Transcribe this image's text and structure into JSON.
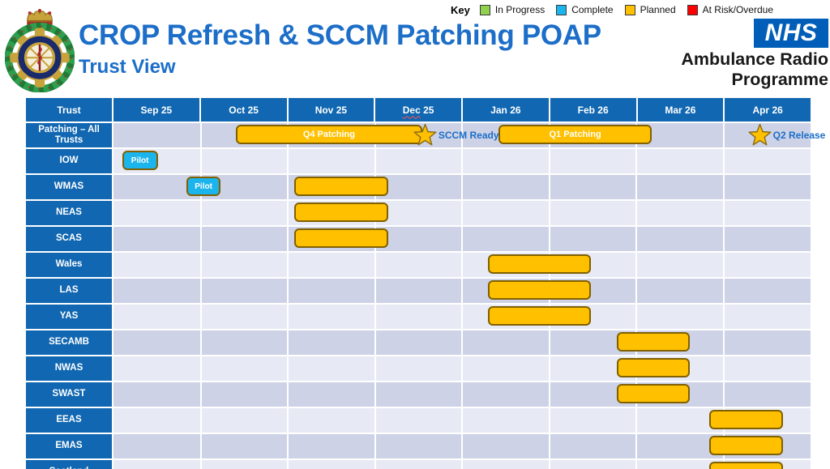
{
  "legend": {
    "title": "Key",
    "items": [
      {
        "label": "In Progress",
        "status": "in_progress",
        "color": "#92D050"
      },
      {
        "label": "Complete",
        "status": "complete",
        "color": "#1CB4EC"
      },
      {
        "label": "Planned",
        "status": "planned",
        "color": "#FFC000"
      },
      {
        "label": "At Risk/Overdue",
        "status": "at_risk",
        "color": "#FF0000"
      }
    ]
  },
  "header": {
    "title": "CROP Refresh & SCCM Patching POAP",
    "subtitle": "Trust View",
    "crest_icon": "nhs-ambulance-service-crest",
    "nhs_logo_text": "NHS",
    "programme_line1": "Ambulance Radio",
    "programme_line2": "Programme"
  },
  "table": {
    "corner_header": "Trust"
  },
  "chart_data": {
    "type": "bar",
    "subtype": "gantt",
    "title": "CROP Refresh & SCCM Patching POAP",
    "subtitle": "Trust View",
    "units_note": "start/end/at are months measured from left edge of Sep 25 column (0) to right edge of Apr 26 column (8)",
    "x_axis": [
      {
        "label": "Sep 25"
      },
      {
        "label": "Oct 25"
      },
      {
        "label": "Nov 25"
      },
      {
        "label": "Dec 25",
        "spellcheck_underline": true
      },
      {
        "label": "Jan 26"
      },
      {
        "label": "Feb 26"
      },
      {
        "label": "Mar 26"
      },
      {
        "label": "Apr 26"
      }
    ],
    "rows": [
      {
        "trust": "Patching – All Trusts",
        "items": [
          {
            "kind": "bar",
            "status": "planned",
            "label": "Q4 Patching",
            "start": 1.4,
            "end": 3.51
          },
          {
            "kind": "milestone",
            "label": "SCCM Ready",
            "at": 3.58
          },
          {
            "kind": "bar",
            "status": "planned",
            "label": "Q1 Patching",
            "start": 4.42,
            "end": 6.14
          },
          {
            "kind": "milestone",
            "label": "Q2 Release",
            "at": 7.42
          }
        ]
      },
      {
        "trust": "IOW",
        "items": [
          {
            "kind": "bar",
            "status": "complete",
            "label": "Pilot",
            "start": 0.1,
            "end": 0.47
          }
        ]
      },
      {
        "trust": "WMAS",
        "items": [
          {
            "kind": "bar",
            "status": "complete",
            "label": "Pilot",
            "start": 0.84,
            "end": 1.19
          },
          {
            "kind": "bar",
            "status": "planned",
            "label": "",
            "start": 2.07,
            "end": 3.12
          }
        ]
      },
      {
        "trust": "NEAS",
        "items": [
          {
            "kind": "bar",
            "status": "planned",
            "label": "",
            "start": 2.07,
            "end": 3.12
          }
        ]
      },
      {
        "trust": "SCAS",
        "items": [
          {
            "kind": "bar",
            "status": "planned",
            "label": "",
            "start": 2.07,
            "end": 3.12
          }
        ]
      },
      {
        "trust": "Wales",
        "items": [
          {
            "kind": "bar",
            "status": "planned",
            "label": "",
            "start": 4.3,
            "end": 5.44
          }
        ]
      },
      {
        "trust": "LAS",
        "items": [
          {
            "kind": "bar",
            "status": "planned",
            "label": "",
            "start": 4.3,
            "end": 5.44
          }
        ]
      },
      {
        "trust": "YAS",
        "items": [
          {
            "kind": "bar",
            "status": "planned",
            "label": "",
            "start": 4.3,
            "end": 5.44
          }
        ]
      },
      {
        "trust": "SECAMB",
        "items": [
          {
            "kind": "bar",
            "status": "planned",
            "label": "",
            "start": 5.78,
            "end": 6.58
          }
        ]
      },
      {
        "trust": "NWAS",
        "items": [
          {
            "kind": "bar",
            "status": "planned",
            "label": "",
            "start": 5.78,
            "end": 6.58
          }
        ]
      },
      {
        "trust": "SWAST",
        "items": [
          {
            "kind": "bar",
            "status": "planned",
            "label": "",
            "start": 5.78,
            "end": 6.58
          }
        ]
      },
      {
        "trust": "EEAS",
        "items": [
          {
            "kind": "bar",
            "status": "planned",
            "label": "",
            "start": 6.84,
            "end": 7.65
          }
        ]
      },
      {
        "trust": "EMAS",
        "items": [
          {
            "kind": "bar",
            "status": "planned",
            "label": "",
            "start": 6.84,
            "end": 7.65
          }
        ]
      },
      {
        "trust": "Scotland",
        "items": [
          {
            "kind": "bar",
            "status": "planned",
            "label": "",
            "start": 6.84,
            "end": 7.65
          }
        ]
      }
    ]
  },
  "colors": {
    "header_blue": "#1167B1",
    "title_blue": "#1C6EC8",
    "row_dark": "#CDD2E6",
    "row_light": "#E7EAF4",
    "planned": "#FFC000",
    "complete": "#1CB4EC",
    "in_progress": "#92D050",
    "at_risk": "#FF0000",
    "bar_border": "#806000",
    "nhs_blue": "#005EB8"
  }
}
